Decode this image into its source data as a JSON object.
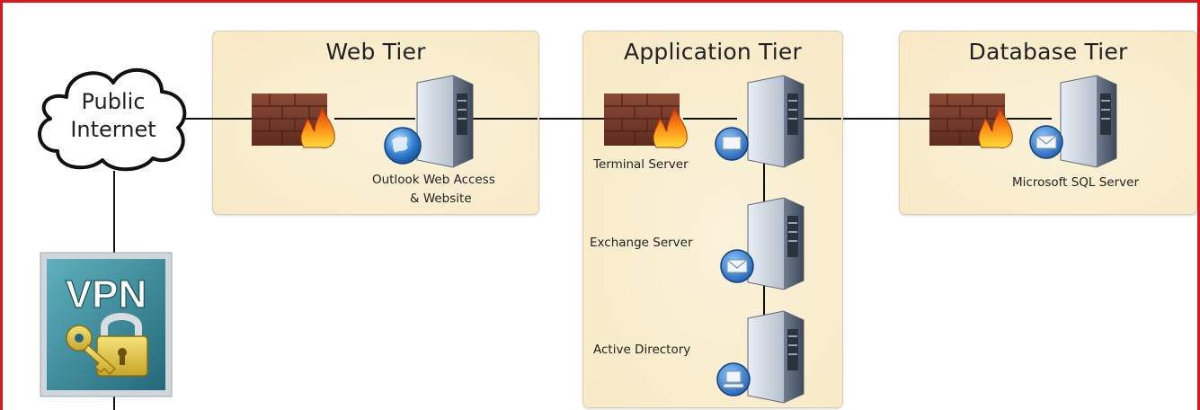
{
  "cloud": {
    "line1": "Public",
    "line2": "Internet"
  },
  "tiers": {
    "web": {
      "title": "Web Tier",
      "server_label_1": "Outlook Web Access",
      "server_label_2": "& Website"
    },
    "application": {
      "title": "Application Tier",
      "servers": [
        "Terminal Server",
        "Exchange Server",
        "Active Directory"
      ]
    },
    "database": {
      "title": "Database Tier",
      "server_label": "Microsoft SQL Server"
    }
  },
  "vpn": {
    "label": "VPN"
  },
  "colors": {
    "border": "#d7191b",
    "tier_fill": "#f8ebc9",
    "line": "#111111",
    "brick": "#7a3d2c",
    "server": "#c3ccd8",
    "vpn_bg": "#3c8a9a"
  }
}
